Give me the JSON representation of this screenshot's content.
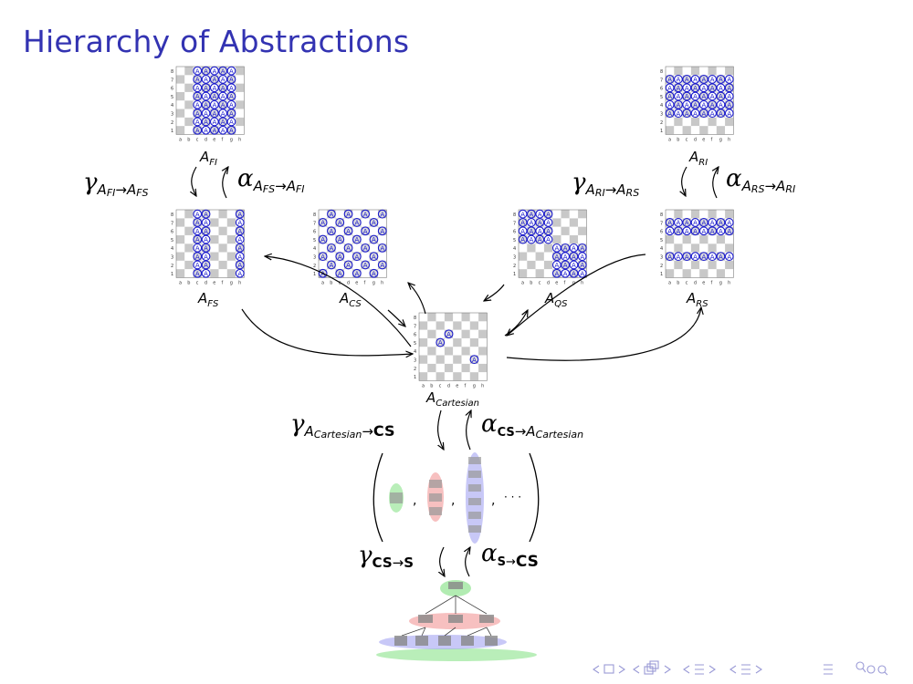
{
  "slide": {
    "title": "Hierarchy of Abstractions"
  },
  "colors": {
    "title": "#3333b2",
    "piece": "#1a1acc",
    "light_square": "#ffffff",
    "dark_square": "#c8c8c8",
    "green": "#7fe07f",
    "red": "#f08c8c",
    "blue": "#9a9af0"
  },
  "board": {
    "files": [
      "a",
      "b",
      "c",
      "d",
      "e",
      "f",
      "g",
      "h"
    ],
    "ranks": [
      "1",
      "2",
      "3",
      "4",
      "5",
      "6",
      "7",
      "8"
    ],
    "piece_letter": "A"
  },
  "abstractions": [
    {
      "id": "AFI",
      "base": "A",
      "sub": "FI"
    },
    {
      "id": "ARI",
      "base": "A",
      "sub": "RI"
    },
    {
      "id": "AFS",
      "base": "A",
      "sub": "FS"
    },
    {
      "id": "ACS",
      "base": "A",
      "sub": "CS"
    },
    {
      "id": "AQS",
      "base": "A",
      "sub": "QS"
    },
    {
      "id": "ARS",
      "base": "A",
      "sub": "RS"
    },
    {
      "id": "ACart",
      "base": "A",
      "sub": "Cartesian"
    }
  ],
  "maps": {
    "gamma_fi_fs": {
      "sym": "γ",
      "from": "FI",
      "to": "FS"
    },
    "alpha_fs_fi": {
      "sym": "α",
      "from": "FS",
      "to": "FI"
    },
    "gamma_ri_rs": {
      "sym": "γ",
      "from": "RI",
      "to": "RS"
    },
    "alpha_rs_ri": {
      "sym": "α",
      "from": "RS",
      "to": "RI"
    },
    "gamma_cart_cs": {
      "sym": "γ",
      "from": "Cartesian",
      "to": "CS"
    },
    "alpha_cs_cart": {
      "sym": "α",
      "from": "CS",
      "to": "Cartesian"
    },
    "gamma_cs_s": {
      "sym": "γ",
      "from": "CS",
      "to": "S"
    },
    "alpha_s_cs": {
      "sym": "α",
      "from": "S",
      "to": "CS"
    }
  },
  "tuple": {
    "separator": ",",
    "ellipsis": "· · ·"
  },
  "navigation": {
    "icons": [
      "left-arrow-icon",
      "frame-icon",
      "right-arrow-icon",
      "left-arrow-icon",
      "frame-stack-icon",
      "right-arrow-icon",
      "left-arrow-icon",
      "subsection-icon",
      "right-arrow-icon",
      "left-arrow-icon",
      "section-icon",
      "right-arrow-icon",
      "align-icon",
      "search-icon"
    ]
  }
}
